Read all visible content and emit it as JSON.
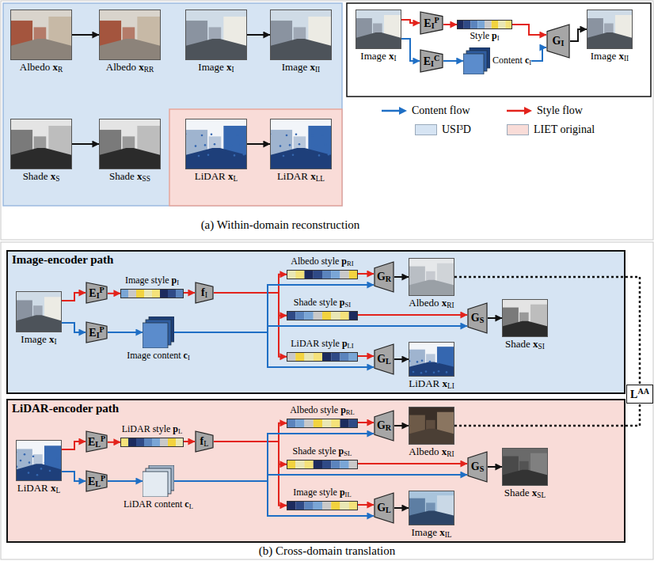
{
  "diagram": {
    "nodes": [
      {
        "text": [
          "Albedo xR"
        ]
      },
      {
        "text": [
          "Albedo xRR"
        ]
      },
      {
        "text": [
          "Image xI"
        ]
      },
      {
        "text": [
          "Image xII"
        ]
      },
      {
        "text": [
          "Shade xS"
        ]
      },
      {
        "text": [
          "Shade xSS"
        ]
      },
      {
        "text": [
          "LiDAR xL"
        ]
      },
      {
        "text": [
          "LiDAR xLL"
        ]
      },
      {
        "text": [
          "Image xI"
        ]
      },
      {
        "text": [
          "EIP"
        ]
      },
      {
        "text": [
          "Style pI"
        ]
      },
      {
        "text": [
          "EIC"
        ]
      },
      {
        "text": [
          "Content cI"
        ]
      },
      {
        "text": [
          "GI"
        ]
      },
      {
        "text": [
          "Image xII"
        ]
      },
      {
        "text": [
          "Image-encoder path"
        ]
      },
      {
        "text": [
          "Image xI"
        ],
        "in": 15
      },
      {
        "text": [
          "EIP"
        ],
        "in": 15
      },
      {
        "text": [
          "Image style pI"
        ],
        "in": 15
      },
      {
        "text": [
          "fI"
        ],
        "in": 15
      },
      {
        "text": [
          "EIP"
        ],
        "in": 15
      },
      {
        "text": [
          "Image content cI"
        ],
        "in": 15
      },
      {
        "text": [
          "Albedo style pRI"
        ],
        "in": 15
      },
      {
        "text": [
          "GR"
        ],
        "in": 15
      },
      {
        "text": [
          "Albedo xRI"
        ],
        "in": 15
      },
      {
        "text": [
          "Shade style pSI"
        ],
        "in": 15
      },
      {
        "text": [
          "GS"
        ],
        "in": 15
      },
      {
        "text": [
          "Shade xSI"
        ],
        "in": 15
      },
      {
        "text": [
          "LiDAR style pLI"
        ],
        "in": 15
      },
      {
        "text": [
          "GL"
        ],
        "in": 15
      },
      {
        "text": [
          "LiDAR xLI"
        ],
        "in": 15
      },
      {
        "text": [
          "LAA"
        ]
      },
      {
        "text": [
          "LiDAR-encoder path"
        ]
      },
      {
        "text": [
          "LiDAR xL"
        ],
        "in": 32
      },
      {
        "text": [
          "ELP"
        ],
        "in": 32
      },
      {
        "text": [
          "LiDAR style pL"
        ],
        "in": 32
      },
      {
        "text": [
          "fL"
        ],
        "in": 32
      },
      {
        "text": [
          "ELP"
        ],
        "in": 32
      },
      {
        "text": [
          "LiDAR content cL"
        ],
        "in": 32
      },
      {
        "text": [
          "Albedo style pRL"
        ],
        "in": 32
      },
      {
        "text": [
          "GR"
        ],
        "in": 32
      },
      {
        "text": [
          "Albedo xRI"
        ],
        "in": 32
      },
      {
        "text": [
          "Shade style pSL"
        ],
        "in": 32
      },
      {
        "text": [
          "GS"
        ],
        "in": 32
      },
      {
        "text": [
          "Shade xSL"
        ],
        "in": 32
      },
      {
        "text": [
          "Image style pIL"
        ],
        "in": 32
      },
      {
        "text": [
          "GL"
        ],
        "in": 32
      },
      {
        "text": [
          "Image xIL"
        ],
        "in": 32
      }
    ],
    "edges": [
      {
        "from": 0,
        "to": 1,
        "arrow": "to"
      },
      {
        "from": 2,
        "to": 3,
        "arrow": "to"
      },
      {
        "from": 4,
        "to": 5,
        "arrow": "to"
      },
      {
        "from": 6,
        "to": 7,
        "arrow": "to"
      },
      {
        "from": 8,
        "to": 9,
        "arrow": "to"
      },
      {
        "from": 8,
        "to": 11,
        "arrow": "to"
      },
      {
        "from": 9,
        "to": 10,
        "arrow": "to"
      },
      {
        "from": 11,
        "to": 12,
        "arrow": "to"
      },
      {
        "from": 10,
        "to": 13,
        "arrow": "to"
      },
      {
        "from": 12,
        "to": 13,
        "arrow": "to"
      },
      {
        "from": 13,
        "to": 14,
        "arrow": "to"
      },
      {
        "from": 16,
        "to": 17,
        "arrow": "to"
      },
      {
        "from": 17,
        "to": 18,
        "arrow": "to"
      },
      {
        "from": 18,
        "to": 19,
        "arrow": "to"
      },
      {
        "from": 19,
        "to": 22,
        "arrow": "to"
      },
      {
        "from": 19,
        "to": 25,
        "arrow": "to"
      },
      {
        "from": 19,
        "to": 28,
        "arrow": "to"
      },
      {
        "from": 22,
        "to": 23,
        "arrow": "to"
      },
      {
        "from": 25,
        "to": 26,
        "arrow": "to"
      },
      {
        "from": 28,
        "to": 29,
        "arrow": "to"
      },
      {
        "from": 16,
        "to": 20,
        "arrow": "to"
      },
      {
        "from": 20,
        "to": 21,
        "arrow": "to"
      },
      {
        "from": 21,
        "to": 23,
        "arrow": "to"
      },
      {
        "from": 21,
        "to": 26,
        "arrow": "to"
      },
      {
        "from": 21,
        "to": 29,
        "arrow": "to"
      },
      {
        "from": 23,
        "to": 24,
        "arrow": "to"
      },
      {
        "from": 26,
        "to": 27,
        "arrow": "to"
      },
      {
        "from": 29,
        "to": 30,
        "arrow": "to"
      },
      {
        "from": 24,
        "to": 31,
        "arrow": "none"
      },
      {
        "from": 33,
        "to": 34,
        "arrow": "to"
      },
      {
        "from": 34,
        "to": 35,
        "arrow": "to"
      },
      {
        "from": 35,
        "to": 36,
        "arrow": "to"
      },
      {
        "from": 36,
        "to": 39,
        "arrow": "to"
      },
      {
        "from": 36,
        "to": 42,
        "arrow": "to"
      },
      {
        "from": 36,
        "to": 45,
        "arrow": "to"
      },
      {
        "from": 39,
        "to": 40,
        "arrow": "to"
      },
      {
        "from": 42,
        "to": 43,
        "arrow": "to"
      },
      {
        "from": 45,
        "to": 46,
        "arrow": "to"
      },
      {
        "from": 33,
        "to": 37,
        "arrow": "to"
      },
      {
        "from": 37,
        "to": 38,
        "arrow": "to"
      },
      {
        "from": 38,
        "to": 40,
        "arrow": "to"
      },
      {
        "from": 38,
        "to": 43,
        "arrow": "to"
      },
      {
        "from": 38,
        "to": 46,
        "arrow": "to"
      },
      {
        "from": 40,
        "to": 41,
        "arrow": "to"
      },
      {
        "from": 43,
        "to": 44,
        "arrow": "to"
      },
      {
        "from": 46,
        "to": 47,
        "arrow": "to"
      },
      {
        "from": 41,
        "to": 31,
        "arrow": "none"
      }
    ],
    "labels": [
      "(a) Within-domain reconstruction",
      "(b) Cross-domain translation"
    ],
    "legend": [
      {
        "text": "Content flow"
      },
      {
        "text": "Style flow"
      },
      {
        "text": "USI³D",
        "color": "#d6e4f3"
      },
      {
        "text": "LIET original",
        "color": "#f9dcd8"
      }
    ]
  }
}
